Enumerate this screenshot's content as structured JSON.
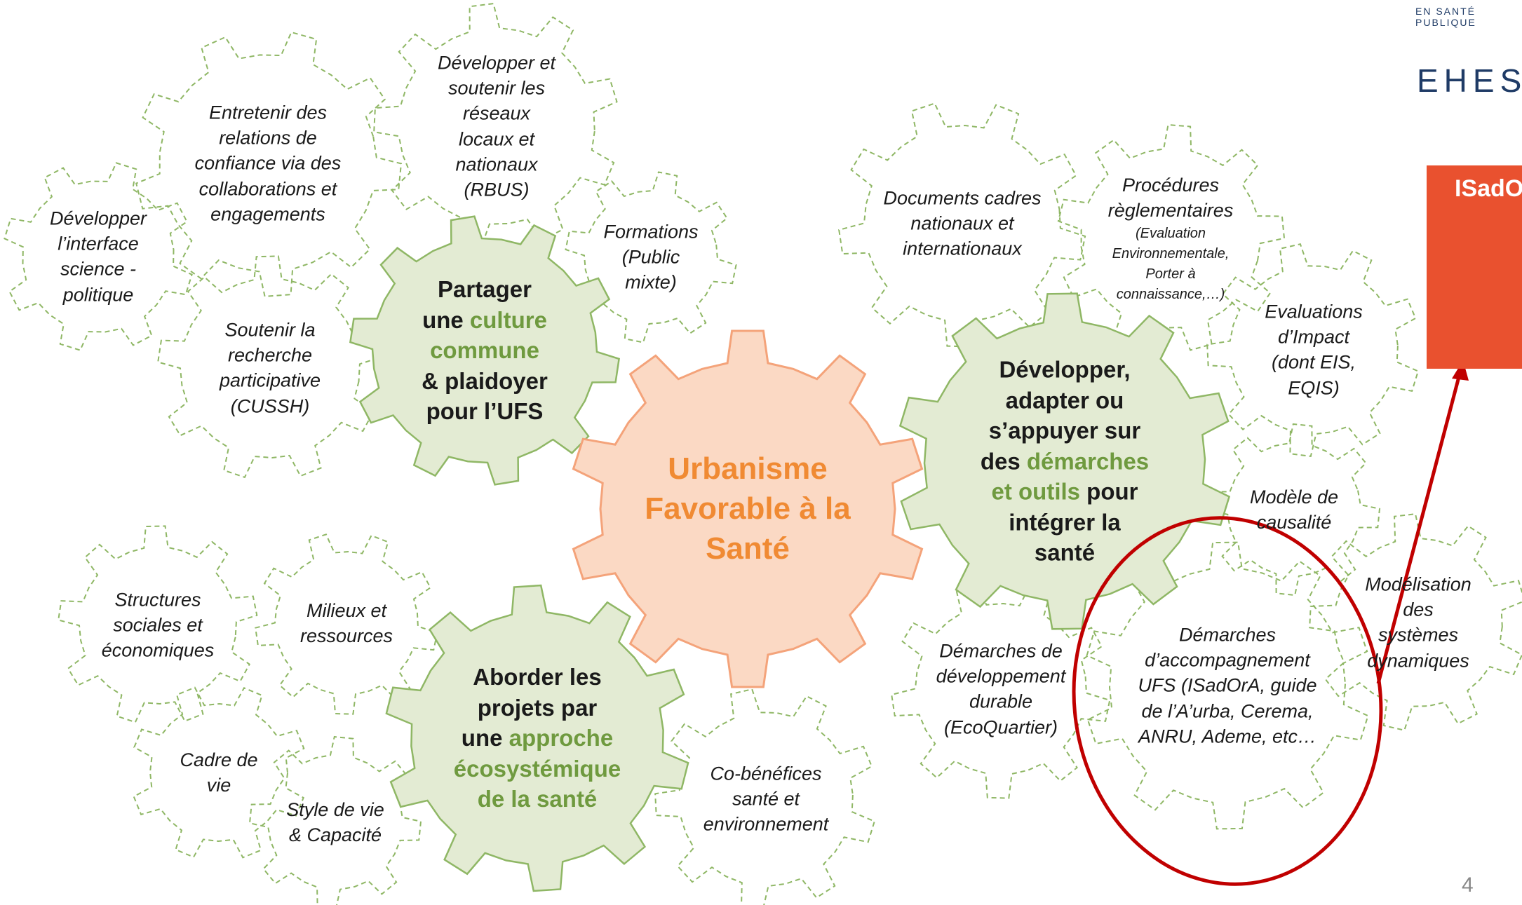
{
  "center": {
    "lines": [
      "Urbanisme",
      "Favorable à la",
      "Santé"
    ]
  },
  "hub_share": {
    "l1": "Partager",
    "l2a": "une ",
    "l2b": "culture",
    "l3": "commune",
    "l4": "& plaidoyer",
    "l5": "pour l’UFS"
  },
  "hub_dev": {
    "l1": "Développer,",
    "l2": "adapter  ou",
    "l3": "s’appuyer sur",
    "l4a": "des ",
    "l4b": "démarches",
    "l5a": "et outils",
    "l5b": " pour",
    "l6": "intégrer la",
    "l7": "santé"
  },
  "hub_eco": {
    "l1": "Aborder les",
    "l2": "projets par",
    "l3a": "une ",
    "l3b": "approche",
    "l4": "écosystémique",
    "l5": "de la santé"
  },
  "gears": {
    "interface": [
      "Développer",
      "l’interface",
      "science -",
      "politique"
    ],
    "relations": [
      "Entretenir des",
      "relations de",
      "confiance via des",
      "collaborations et",
      "engagements"
    ],
    "reseaux": [
      "Développer et",
      "soutenir les",
      "réseaux",
      "locaux et",
      "nationaux",
      "(RBUS)"
    ],
    "formations": [
      "Formations",
      "(Public",
      "mixte)"
    ],
    "recherche": [
      "Soutenir la",
      "recherche",
      "participative",
      "(CUSSH)"
    ],
    "documents": [
      "Documents cadres",
      "nationaux et",
      "internationaux"
    ],
    "procedures": [
      "Procédures",
      "règlementaires"
    ],
    "procedures_small": [
      "(Evaluation",
      "Environnementale,",
      "Porter à",
      "connaissance,…)"
    ],
    "evaluations": [
      "Evaluations",
      "d’Impact",
      "(dont EIS,",
      "EQIS)"
    ],
    "causalite": [
      "Modèle de",
      "causalité"
    ],
    "modelisation": [
      "Modélisation",
      "des systèmes",
      "dynamiques"
    ],
    "demarches_dd": [
      "Démarches de",
      "développement",
      "durable",
      "(EcoQuartier)"
    ],
    "accompagnement": [
      "Démarches",
      "d’accompagnement",
      "UFS (ISadOrA, guide",
      "de l’A’urba, Cerema,",
      "ANRU, Ademe, etc…"
    ],
    "structures": [
      "Structures",
      "sociales et",
      "économiques"
    ],
    "milieux": [
      "Milieux et",
      "ressources"
    ],
    "cadre": [
      "Cadre de",
      "vie"
    ],
    "style": [
      "Style de vie",
      "& Capacité"
    ],
    "cobenefices": [
      "Co-bénéfices",
      "santé et",
      "environnement"
    ]
  },
  "logo": {
    "text": "EHESP",
    "ring": "EN SANTÉ PUBLIQUE"
  },
  "book": {
    "title": "ISadOrA"
  },
  "page_number": "4",
  "colors": {
    "center_fill": "#fbd9c4",
    "center_stroke": "#f4a37a",
    "center_text": "#f08a33",
    "hub_fill": "#e3ebd3",
    "hub_stroke": "#8fb765",
    "green_text": "#6f9a3f",
    "outline_gear": "#8fb765",
    "annotation": "#c00000",
    "book": "#e9512f",
    "logo": "#1f3b66"
  }
}
